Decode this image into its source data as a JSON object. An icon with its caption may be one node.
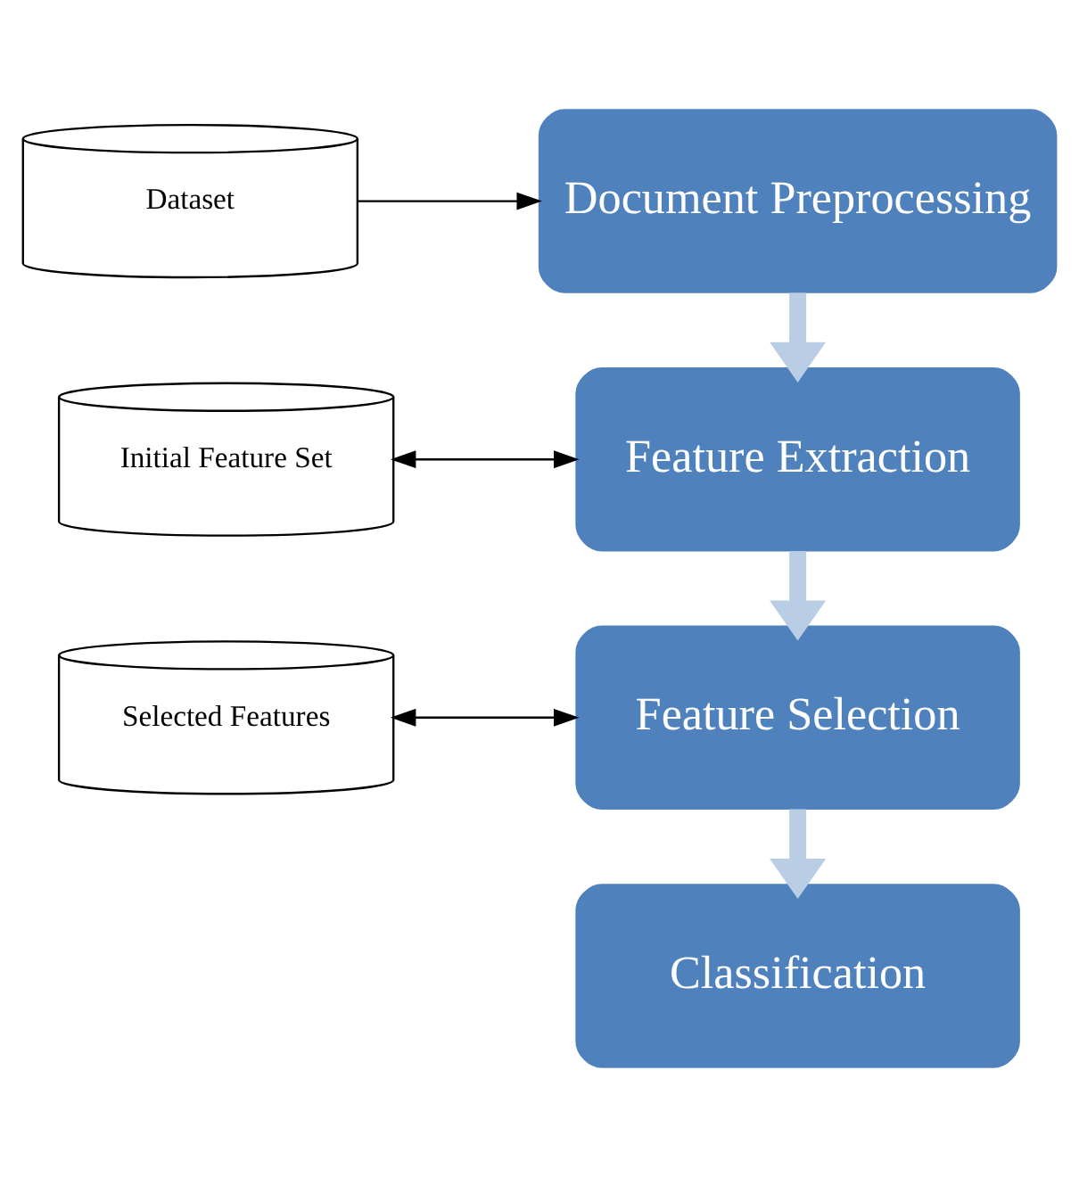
{
  "diagram": {
    "nodes": [
      {
        "text": [
          "Dataset"
        ]
      },
      {
        "text": [
          "Document Preprocessing"
        ]
      },
      {
        "text": [
          "Initial Feature Set"
        ]
      },
      {
        "text": [
          "Feature Extraction"
        ]
      },
      {
        "text": [
          "Selected Features"
        ]
      },
      {
        "text": [
          "Feature Selection"
        ]
      },
      {
        "text": [
          "Classification"
        ]
      }
    ],
    "edges": [
      {
        "from": 0,
        "to": 1,
        "arrow": "to"
      },
      {
        "from": 1,
        "to": 3,
        "arrow": "to",
        "style": "thick",
        "color": "#b9cde5"
      },
      {
        "from": 2,
        "to": 3,
        "arrow": "both"
      },
      {
        "from": 3,
        "to": 5,
        "arrow": "to",
        "style": "thick",
        "color": "#b9cde5"
      },
      {
        "from": 4,
        "to": 5,
        "arrow": "both"
      },
      {
        "from": 5,
        "to": 6,
        "arrow": "to",
        "style": "thick",
        "color": "#b9cde5"
      }
    ]
  }
}
